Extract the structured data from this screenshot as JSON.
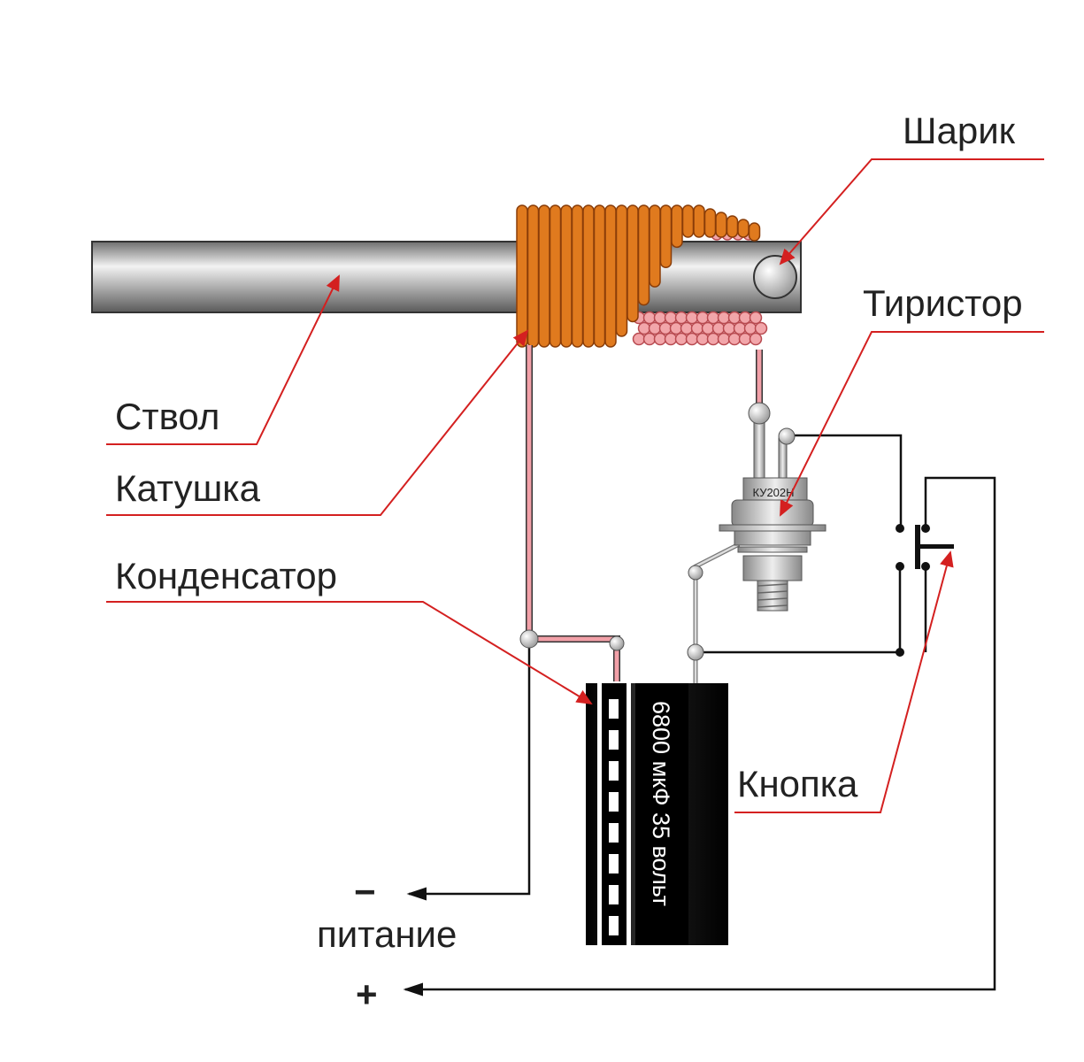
{
  "labels": {
    "ball": "Шарик",
    "thyristor": "Тиристор",
    "barrel": "Ствол",
    "coil": "Катушка",
    "capacitor": "Конденсатор",
    "button": "Кнопка",
    "minus": "−",
    "power": "питание",
    "plus": "+"
  },
  "thyristor_marking": "КУ202Н",
  "capacitor_marking": "6800 мкФ 35 вольт",
  "colors": {
    "leader": "#d42020",
    "coil": "#e07a1e",
    "wire": "#f2a0a8",
    "capacitor": "#111111"
  }
}
